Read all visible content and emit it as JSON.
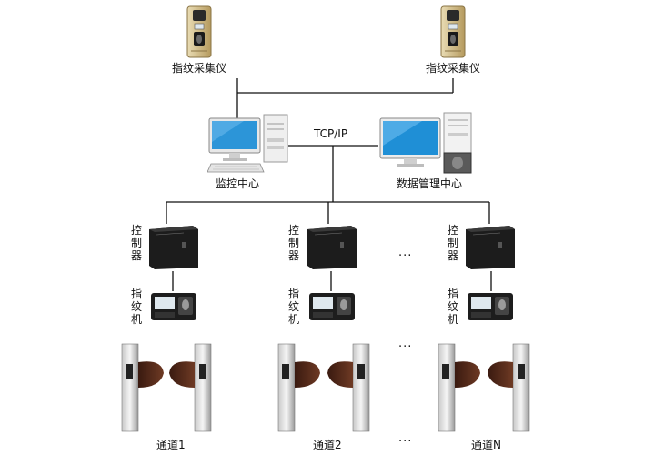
{
  "collectors": [
    {
      "label": "指纹采集仪"
    },
    {
      "label": "指纹采集仪"
    }
  ],
  "monitor_center": {
    "label": "监控中心"
  },
  "data_center": {
    "label": "数据管理中心"
  },
  "network": {
    "label": "TCP/IP"
  },
  "channels": [
    {
      "controller_label": "控制器",
      "reader_label": "指纹机",
      "gate_label": "通道1"
    },
    {
      "controller_label": "控制器",
      "reader_label": "指纹机",
      "gate_label": "通道2"
    },
    {
      "controller_label": "控制器",
      "reader_label": "指纹机",
      "gate_label": "通道N"
    }
  ],
  "ellipsis": "···",
  "colors": {
    "line": "#111111",
    "gate_wing": "#4a2418",
    "device_gold": "#c9b27a",
    "screen_blue": "#1f8fd6"
  }
}
